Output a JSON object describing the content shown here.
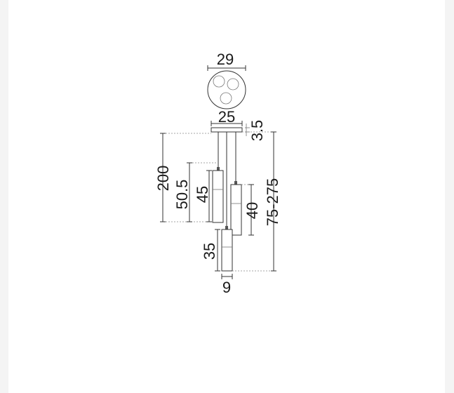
{
  "drawing": {
    "dimensions": {
      "canopy_diameter": "29",
      "canopy_width": "25",
      "canopy_height": "3.5",
      "max_cable_length": "200",
      "pendant_left_height": "50.5",
      "pendant_left_body": "45",
      "pendant_right_body": "40",
      "pendant_center_body": "35",
      "tube_diameter": "9",
      "total_height_range": "75-275"
    }
  }
}
